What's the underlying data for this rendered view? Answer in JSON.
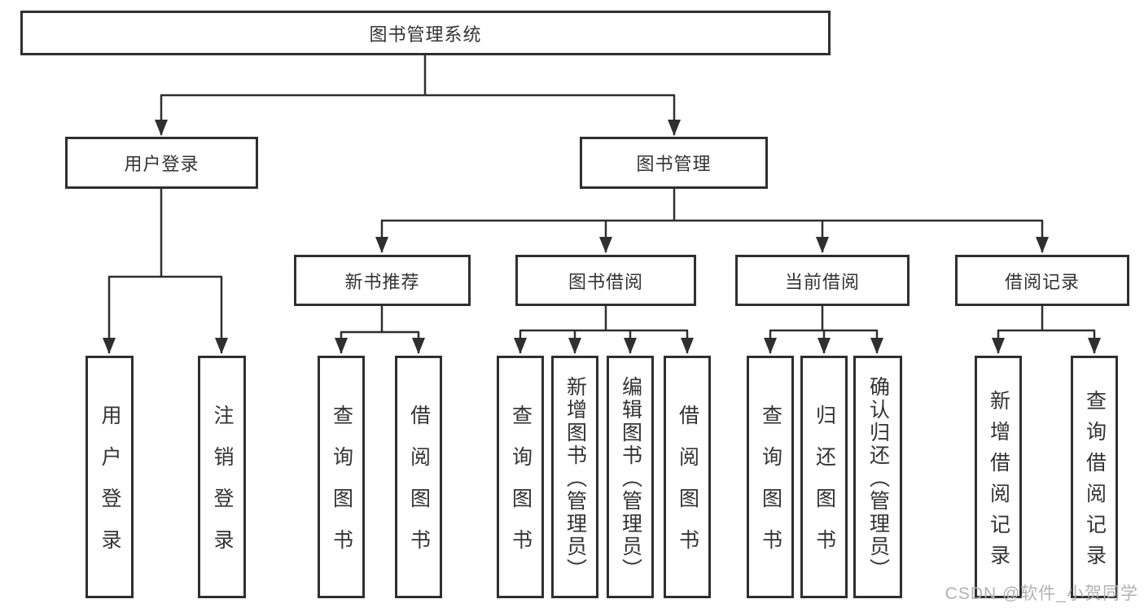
{
  "diagram": {
    "type": "hierarchy-tree",
    "root": {
      "label": "图书管理系统",
      "children": [
        {
          "label": "用户登录",
          "children": [
            {
              "label": "用户登录"
            },
            {
              "label": "注销登录"
            }
          ]
        },
        {
          "label": "图书管理",
          "children": [
            {
              "label": "新书推荐",
              "children": [
                {
                  "label": "查询图书"
                },
                {
                  "label": "借阅图书"
                }
              ]
            },
            {
              "label": "图书借阅",
              "children": [
                {
                  "label": "查询图书"
                },
                {
                  "label": "新增图书（管理员）"
                },
                {
                  "label": "编辑图书（管理员）"
                },
                {
                  "label": "借阅图书"
                }
              ]
            },
            {
              "label": "当前借阅",
              "children": [
                {
                  "label": "查询图书"
                },
                {
                  "label": "归还图书"
                },
                {
                  "label": "确认归还（管理员）"
                }
              ]
            },
            {
              "label": "借阅记录",
              "children": [
                {
                  "label": "新增借阅记录"
                },
                {
                  "label": "查询借阅记录"
                }
              ]
            }
          ]
        }
      ]
    }
  },
  "watermark": {
    "text": "CSDN @软件_小贺同学"
  },
  "colors": {
    "line": "#2f2f2f",
    "text": "#333333",
    "watermark": "#b2b2b2",
    "background": "#ffffff"
  }
}
